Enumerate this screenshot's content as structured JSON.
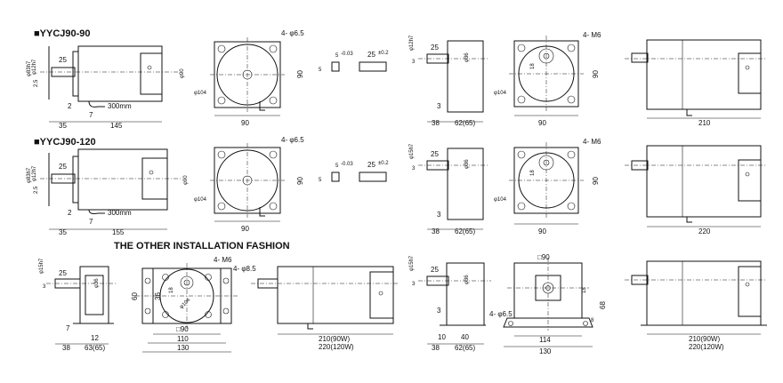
{
  "titles": {
    "model_a": "■YYCJ90-90",
    "model_b": "■YYCJ90-120",
    "other": "THE OTHER INSTALLATION FASHION"
  },
  "labels": {
    "phi83": "φ83h7",
    "phi12": "φ12h7",
    "phi15": "φ15h7",
    "phi36": "φ36",
    "phi90": "φ90",
    "phi104": "φ104",
    "holes65": "4- φ6.5",
    "holes85": "4- φ8.5",
    "m6": "4- M6",
    "key5": "5",
    "key5tol": "0",
    "key5tol2": "-0.03",
    "key25": "25",
    "key25tol": "±0.2",
    "d25": "25",
    "d2_5": "2.5",
    "d2": "2",
    "d7": "7",
    "d3": "3",
    "d18": "18",
    "d35": "35",
    "d38": "38",
    "d90": "90",
    "sq90": "□90",
    "d145": "145",
    "d155": "155",
    "d210": "210",
    "d220": "220",
    "d62_65": "62(65)",
    "d63_65": "63(65)",
    "wire": "300mm",
    "d60": "60",
    "d36": "36",
    "d110": "110",
    "d130": "130",
    "d12": "12",
    "d10": "10",
    "d40": "40",
    "d114": "114",
    "d68": "68",
    "d8": "8",
    "d210_90w": "210(90W)",
    "d220_120w": "220(120W)"
  }
}
